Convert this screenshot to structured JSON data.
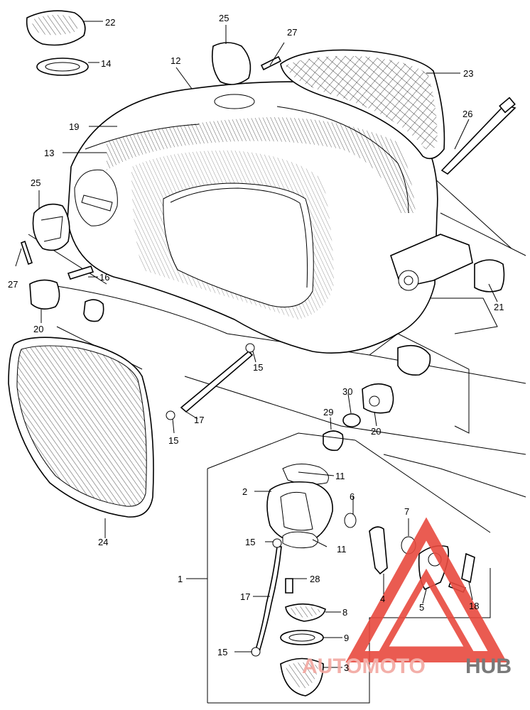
{
  "callouts": [
    {
      "id": "c22a",
      "label": "22"
    },
    {
      "id": "c14",
      "label": "14"
    },
    {
      "id": "c25a",
      "label": "25"
    },
    {
      "id": "c27a",
      "label": "27"
    },
    {
      "id": "c12",
      "label": "12"
    },
    {
      "id": "c23",
      "label": "23"
    },
    {
      "id": "c19",
      "label": "19"
    },
    {
      "id": "c26",
      "label": "26"
    },
    {
      "id": "c13",
      "label": "13"
    },
    {
      "id": "c25b",
      "label": "25"
    },
    {
      "id": "c16",
      "label": "16"
    },
    {
      "id": "c27b",
      "label": "27"
    },
    {
      "id": "c21",
      "label": "21"
    },
    {
      "id": "c20a",
      "label": "20"
    },
    {
      "id": "c15a",
      "label": "15"
    },
    {
      "id": "c17a",
      "label": "17"
    },
    {
      "id": "c15b",
      "label": "15"
    },
    {
      "id": "c30",
      "label": "30"
    },
    {
      "id": "c29",
      "label": "29"
    },
    {
      "id": "c20b",
      "label": "20"
    },
    {
      "id": "c11a",
      "label": "11"
    },
    {
      "id": "c2",
      "label": "2"
    },
    {
      "id": "c6",
      "label": "6"
    },
    {
      "id": "c7",
      "label": "7"
    },
    {
      "id": "c24",
      "label": "24"
    },
    {
      "id": "c15c",
      "label": "15"
    },
    {
      "id": "c11b",
      "label": "11"
    },
    {
      "id": "c1",
      "label": "1"
    },
    {
      "id": "c28",
      "label": "28"
    },
    {
      "id": "c4",
      "label": "4"
    },
    {
      "id": "c5",
      "label": "5"
    },
    {
      "id": "c18",
      "label": "18"
    },
    {
      "id": "c17b",
      "label": "17"
    },
    {
      "id": "c8",
      "label": "8"
    },
    {
      "id": "c15d",
      "label": "15"
    },
    {
      "id": "c9",
      "label": "9"
    },
    {
      "id": "c3",
      "label": "3"
    }
  ],
  "watermark": {
    "text_a": "AUTOMOTO",
    "text_b": "HUB",
    "color_a": "#f2a7a0",
    "color_b": "#6b6b6b",
    "triangle_color": "#e84a3f"
  }
}
